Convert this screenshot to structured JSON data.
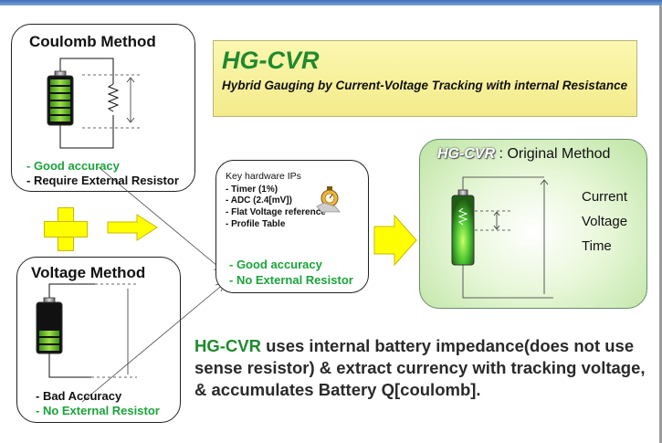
{
  "coulomb": {
    "title": "Coulomb Method",
    "bullet1": "- Good accuracy",
    "bullet2": "- Require External Resistor"
  },
  "voltage": {
    "title": "Voltage Method",
    "bullet1": "- Bad Accuracy",
    "bullet2": "- No External Resistor"
  },
  "hgcvr": {
    "title": "HG-CVR",
    "subtitle": "Hybrid Gauging by Current-Voltage Tracking with internal Resistance"
  },
  "center": {
    "title": "Key hardware IPs",
    "items": [
      "- Timer (1%)",
      "- ADC  (2.4[mV])",
      "- Flat Voltage reference",
      "- Profile Table"
    ],
    "good": "- Good accuracy",
    "noext": "- No External Resistor"
  },
  "original": {
    "title_hg": "HG-CVR",
    "title_rest": " : Original Method",
    "labels": [
      "Current",
      "Voltage",
      "Time"
    ]
  },
  "bottom": {
    "hg": "HG-CVR",
    "text": " uses internal battery impedance(does not use sense resistor) & extract currency with tracking voltage, & accumulates Battery Q[coulomb]."
  },
  "colors": {
    "accent_green": "#1aa43a",
    "title_green": "#1f8a2c",
    "arrow_yellow": "#ffff00",
    "note_yellow": "#f6ef9a",
    "panel_green": "#bde4a3"
  }
}
